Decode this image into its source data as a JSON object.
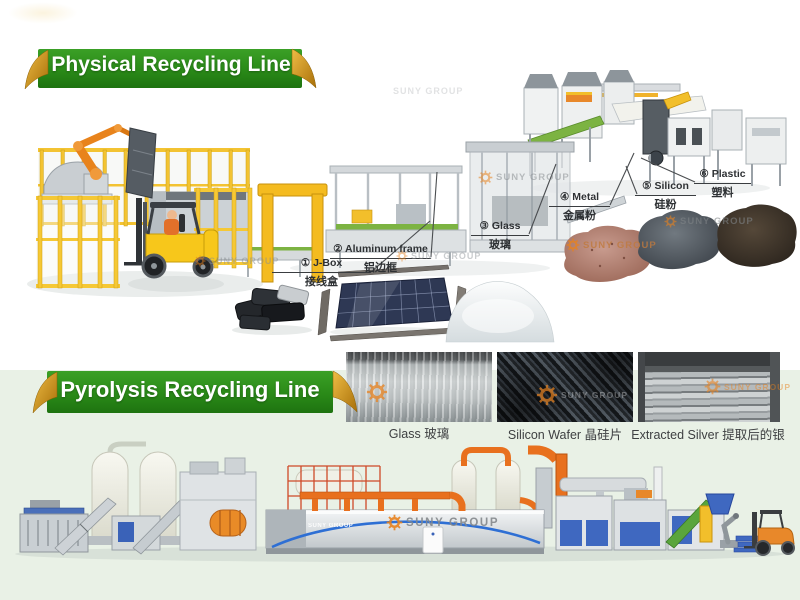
{
  "banners": {
    "physical": "Physical Recycling Line",
    "pyrolysis": "Pyrolysis Recycling Line"
  },
  "physical_line": {
    "callouts": [
      {
        "en": "① J-Box",
        "zh": "接线盒"
      },
      {
        "en": "② Aluminum frame",
        "zh": "铝边框"
      },
      {
        "en": "③ Glass",
        "zh": "玻璃"
      },
      {
        "en": "④ Metal",
        "zh": "金属粉"
      },
      {
        "en": "⑤ Silicon",
        "zh": "硅粉"
      },
      {
        "en": "⑥ Plastic",
        "zh": "塑料"
      }
    ]
  },
  "pyrolysis_line": {
    "photo_captions": [
      "Glass 玻璃",
      "Silicon Wafer 晶硅片",
      "Extracted Silver 提取后的银"
    ]
  },
  "watermark": {
    "text": "SUNY GROUP",
    "icon": "gear-icon"
  },
  "colors": {
    "banner_green": "#2e8f1c",
    "ribbon_gold": "#d29a1c",
    "background_top": "#ffffff",
    "background_bottom": "#e9f1e6",
    "accent_orange": "#e8821e",
    "belt_green": "#7cb342",
    "machine_gray": "#cfd4d7"
  }
}
